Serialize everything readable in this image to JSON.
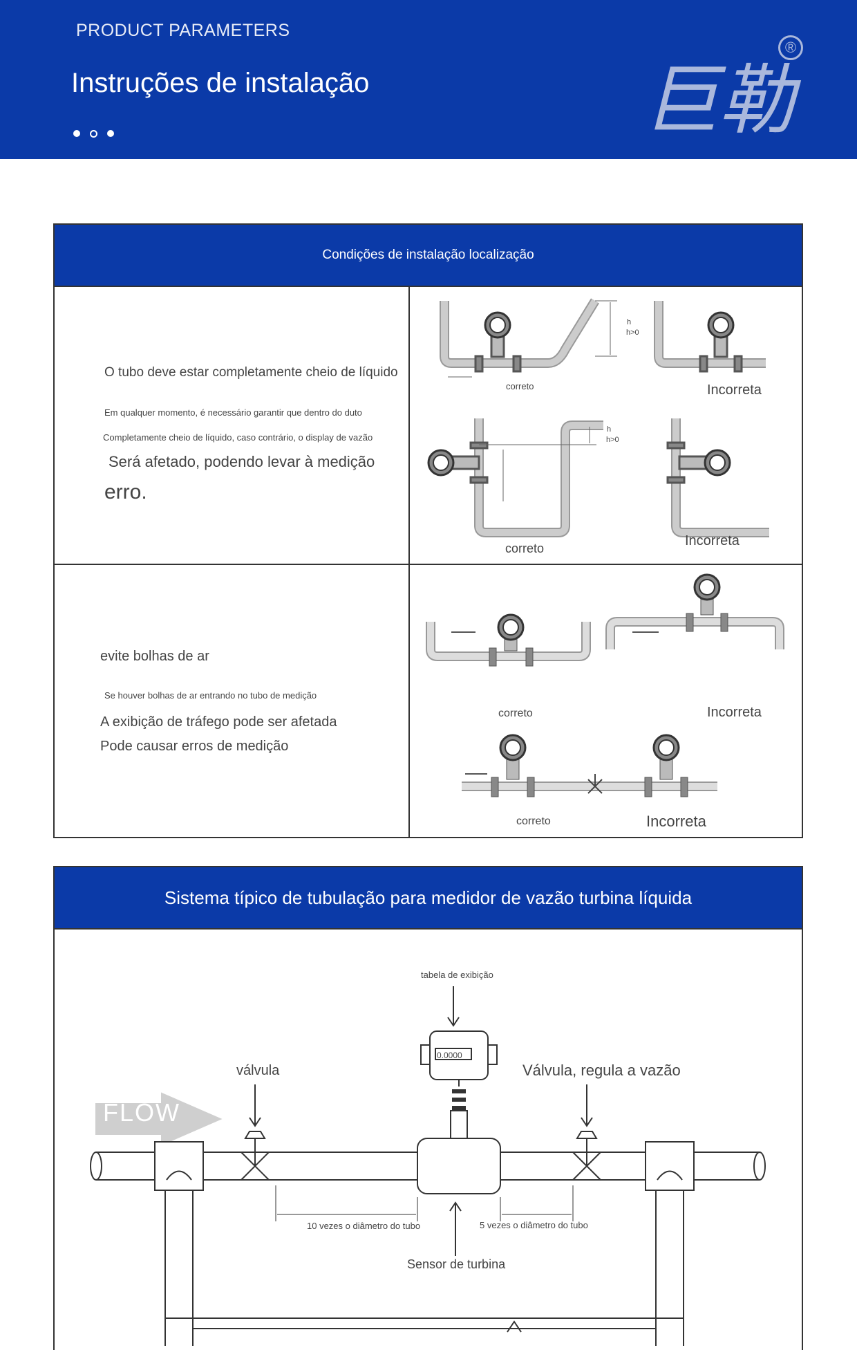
{
  "header": {
    "subtitle": "PRODUCT PARAMETERS",
    "title": "Instruções de instalação",
    "dots": [
      "filled",
      "hollow",
      "filled"
    ],
    "logo": {
      "text": "巨勒",
      "registered": "®"
    }
  },
  "panel1": {
    "title": "Condições de instalação localização",
    "section1": {
      "heading": "O tubo deve estar completamente cheio de líquido",
      "line1": "Em qualquer momento, é necessário garantir que dentro do duto",
      "line2": "Completamente cheio de líquido, caso contrário, o display de vazão",
      "line3": "Será afetado, podendo levar à medição",
      "line4": "erro.",
      "labels": {
        "correct_a": "correto",
        "incorrect_a": "Incorreta",
        "correct_b": "correto",
        "incorrect_b": "Incorreta",
        "h": "h",
        "h_gt0": "h>0"
      }
    },
    "section2": {
      "heading": "evite bolhas de ar",
      "line1": "Se houver bolhas de ar entrando no tubo de medição",
      "line2": "A exibição de tráfego pode ser afetada",
      "line3": "Pode causar erros de medição",
      "labels": {
        "correct_a": "correto",
        "incorrect_a": "Incorreta",
        "correct_b": "correto",
        "incorrect_b": "Incorreta"
      }
    }
  },
  "panel2": {
    "title": "Sistema típico de tubulação para medidor de vazão turbina líquida",
    "labels": {
      "display": "tabela de exibição",
      "display_value": "0.0000",
      "valve": "válvula",
      "valve_regulate": "Válvula, regula a vazão",
      "flow": "FLOW",
      "upstream": "10 vezes o diâmetro do tubo",
      "downstream": "5 vezes o diâmetro do tubo",
      "sensor": "Sensor de turbina"
    }
  },
  "colors": {
    "header_bg": "#0b3aa8",
    "pipe": "#999999",
    "pipe_fill": "#c9c9c9"
  }
}
